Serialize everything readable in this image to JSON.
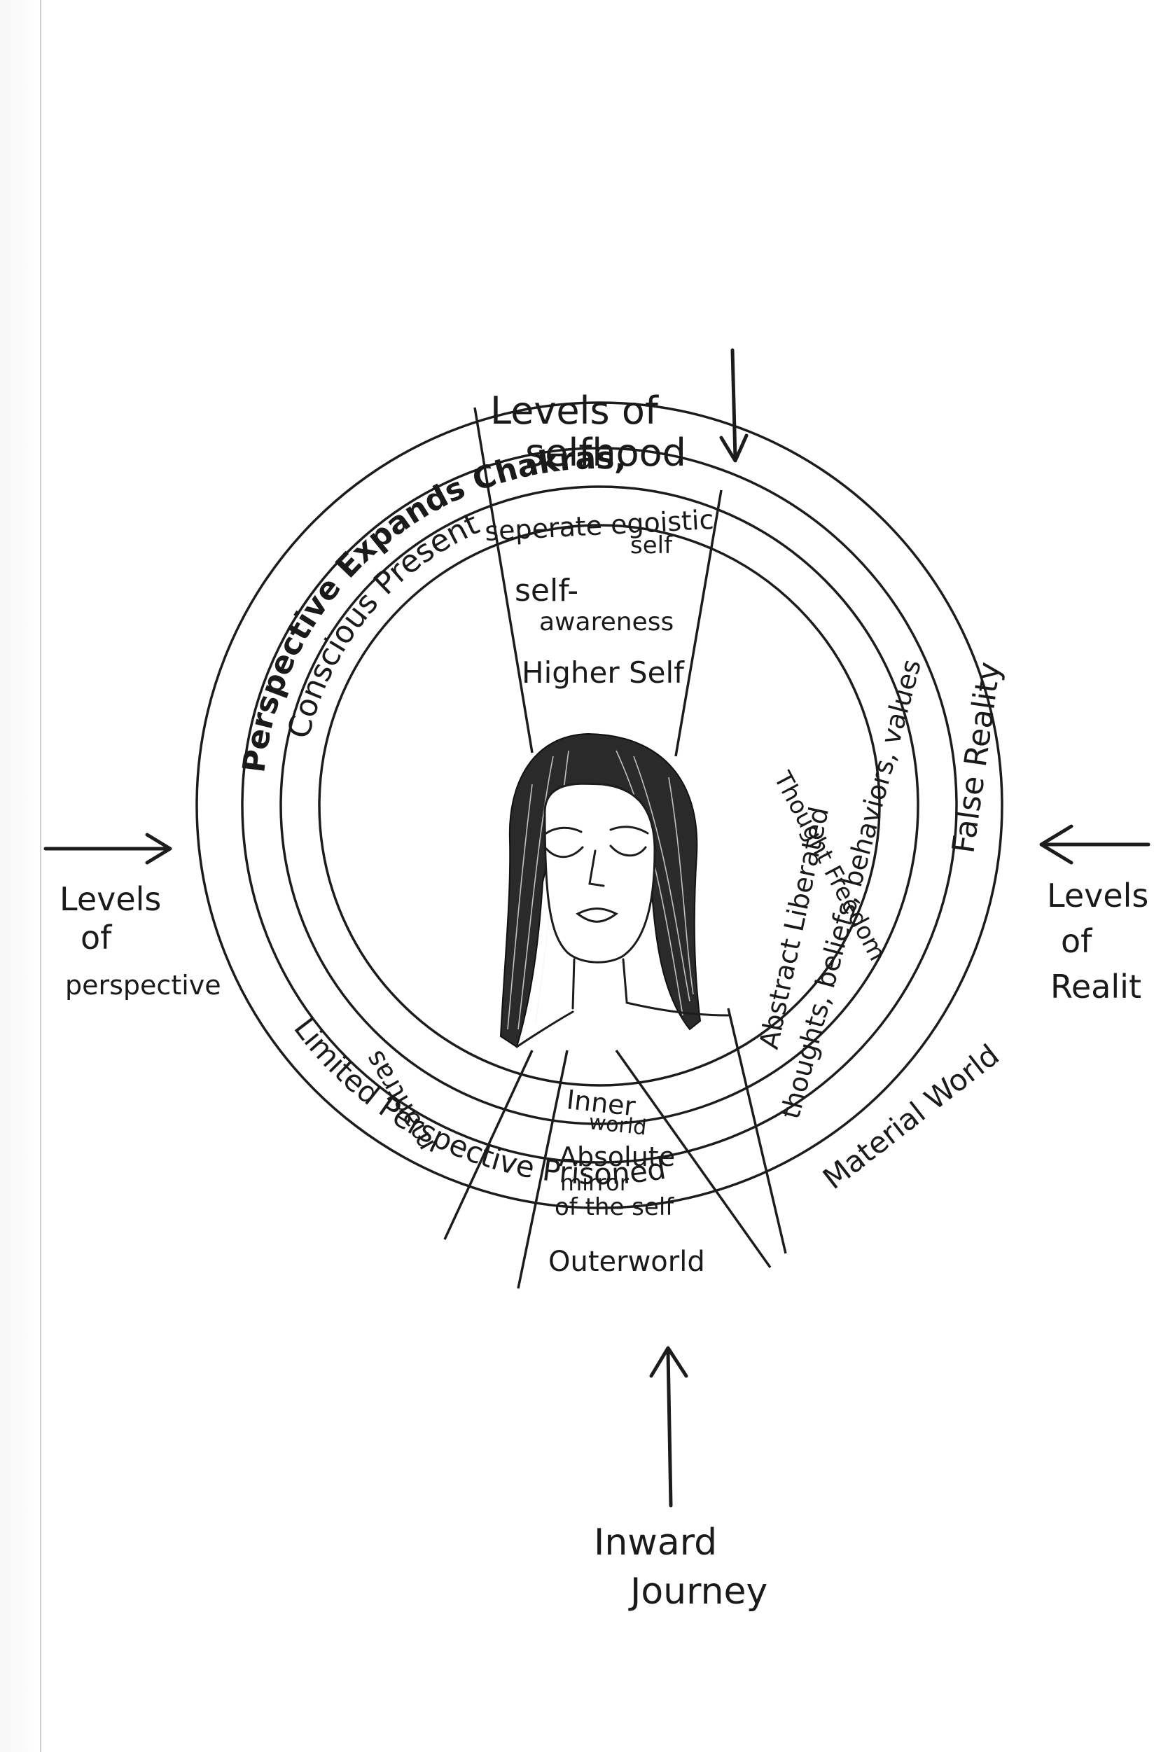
{
  "compass": {
    "top": "Levels of selfhood",
    "top_lines": [
      "Levels of",
      "selfhood"
    ],
    "left": "Levels of perspective",
    "left_lines": [
      "Levels",
      "of",
      "perspective"
    ],
    "right": "Levels of Realit",
    "right_lines": [
      "Levels",
      "of",
      "Realit"
    ],
    "bottom": "Inward Journey",
    "bottom_lines": [
      "Inward",
      "Journey"
    ]
  },
  "rings": {
    "selfhood": {
      "outer": "seperate egoistic self",
      "outer_lines": [
        "seperate egoistic",
        "self"
      ],
      "middle": "self-awareness",
      "middle_lines": [
        "self-",
        "awareness"
      ],
      "inner": "Higher Self"
    },
    "perspective": {
      "outer": "Limited Perspective Prisoned",
      "middle": "Perspective Expands Chakras,",
      "middle_extra": "mantras",
      "inner": "Conscious Present"
    },
    "reality": {
      "outer": "False Reality",
      "outer_bottom": "Material World",
      "middle": "thoughts, beliefs, behaviors, values",
      "inner": "Abstract Liberated",
      "inner_extra": "Thought Freedom"
    },
    "inward": {
      "inner": "Inner world",
      "inner_lines": [
        "Inner",
        "world"
      ],
      "middle": "Absolute mirror of the self",
      "middle_lines": [
        "Absolute",
        "mirror",
        "of the self"
      ],
      "outer": "Outerworld"
    }
  },
  "figure": {
    "name": "meditating woman with closed eyes"
  }
}
